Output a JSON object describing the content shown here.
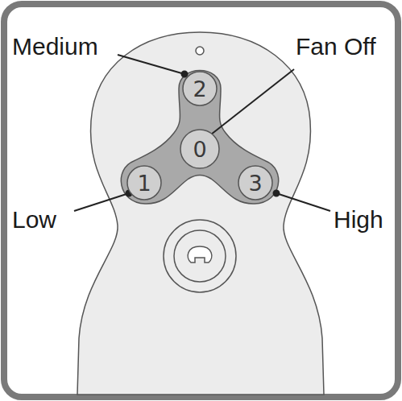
{
  "diagram": {
    "nodes": [
      {
        "text": [
          "2"
        ]
      },
      {
        "text": [
          "0"
        ]
      },
      {
        "text": [
          "1"
        ]
      },
      {
        "text": [
          "3"
        ]
      }
    ],
    "labels": [
      "Medium",
      "Fan Off",
      "Low",
      "High"
    ]
  }
}
